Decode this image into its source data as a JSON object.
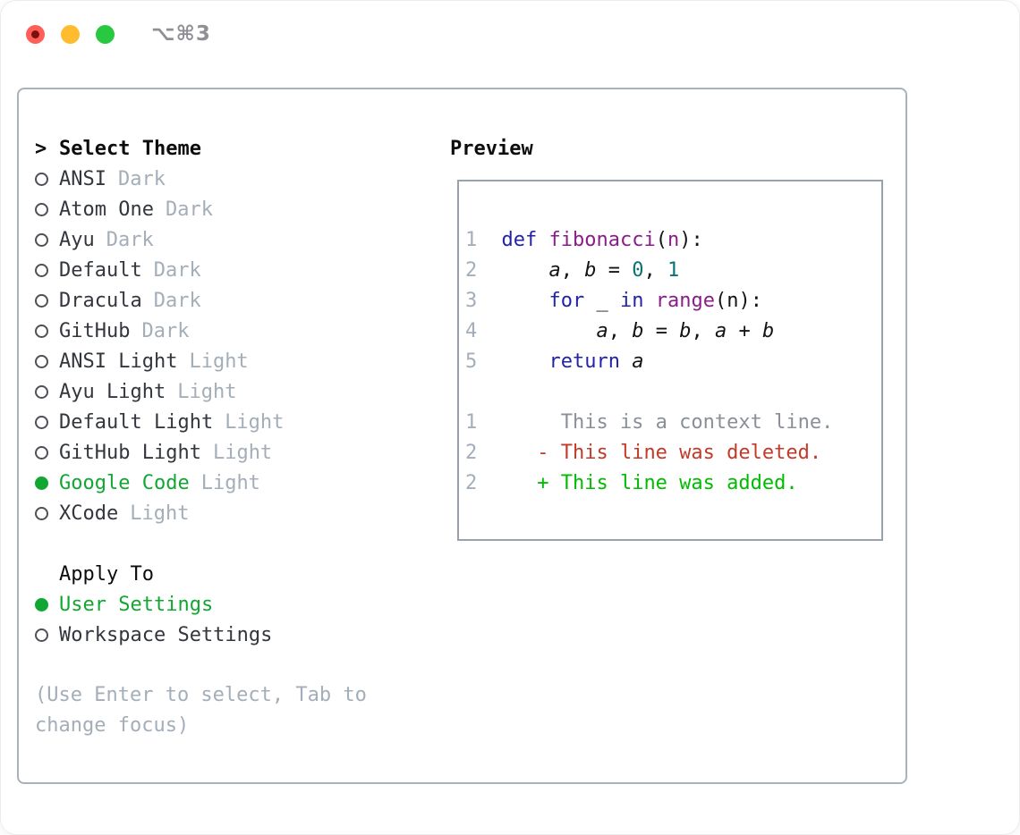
{
  "window": {
    "title": "⌥⌘3"
  },
  "theme_panel": {
    "header": {
      "marker": ">",
      "label": "Select Theme"
    },
    "themes": [
      {
        "label": "ANSI",
        "variant": "Dark",
        "selected": false
      },
      {
        "label": "Atom One",
        "variant": "Dark",
        "selected": false
      },
      {
        "label": "Ayu",
        "variant": "Dark",
        "selected": false
      },
      {
        "label": "Default",
        "variant": "Dark",
        "selected": false
      },
      {
        "label": "Dracula",
        "variant": "Dark",
        "selected": false
      },
      {
        "label": "GitHub",
        "variant": "Dark",
        "selected": false
      },
      {
        "label": "ANSI Light",
        "variant": "Light",
        "selected": false
      },
      {
        "label": "Ayu Light",
        "variant": "Light",
        "selected": false
      },
      {
        "label": "Default Light",
        "variant": "Light",
        "selected": false
      },
      {
        "label": "GitHub Light",
        "variant": "Light",
        "selected": false
      },
      {
        "label": "Google Code",
        "variant": "Light",
        "selected": true
      },
      {
        "label": "XCode",
        "variant": "Light",
        "selected": false
      }
    ],
    "apply_to": {
      "label": "Apply To",
      "options": [
        {
          "label": "User Settings",
          "selected": true
        },
        {
          "label": "Workspace Settings",
          "selected": false
        }
      ]
    },
    "help_text": "(Use Enter to select, Tab to change focus)"
  },
  "preview": {
    "label": "Preview",
    "lines": [
      {
        "num": "1",
        "segments": [
          {
            "t": "  "
          },
          {
            "t": "def",
            "c": "kw"
          },
          {
            "t": " "
          },
          {
            "t": "fibonacci",
            "c": "fn"
          },
          {
            "t": "("
          },
          {
            "t": "n",
            "c": "fn"
          },
          {
            "t": "):"
          }
        ]
      },
      {
        "num": "2",
        "segments": [
          {
            "t": "      "
          },
          {
            "t": "a",
            "c": "var"
          },
          {
            "t": ", "
          },
          {
            "t": "b",
            "c": "var"
          },
          {
            "t": " = "
          },
          {
            "t": "0",
            "c": "num"
          },
          {
            "t": ", "
          },
          {
            "t": "1",
            "c": "num"
          }
        ]
      },
      {
        "num": "3",
        "segments": [
          {
            "t": "      "
          },
          {
            "t": "for",
            "c": "kw"
          },
          {
            "t": " _ "
          },
          {
            "t": "in",
            "c": "kw"
          },
          {
            "t": " "
          },
          {
            "t": "range",
            "c": "fn"
          },
          {
            "t": "(n):"
          }
        ]
      },
      {
        "num": "4",
        "segments": [
          {
            "t": "          "
          },
          {
            "t": "a",
            "c": "var"
          },
          {
            "t": ", "
          },
          {
            "t": "b",
            "c": "var"
          },
          {
            "t": " = "
          },
          {
            "t": "b",
            "c": "var"
          },
          {
            "t": ", "
          },
          {
            "t": "a",
            "c": "var"
          },
          {
            "t": " + "
          },
          {
            "t": "b",
            "c": "var"
          }
        ]
      },
      {
        "num": "5",
        "segments": [
          {
            "t": "      "
          },
          {
            "t": "return",
            "c": "kw"
          },
          {
            "t": " "
          },
          {
            "t": "a",
            "c": "var"
          }
        ]
      },
      {
        "num": "",
        "segments": []
      },
      {
        "num": "1",
        "segments": [
          {
            "t": "       This is a context line.",
            "c": "ctx"
          }
        ]
      },
      {
        "num": "2",
        "segments": [
          {
            "t": "     "
          },
          {
            "t": "- This line was deleted.",
            "c": "del"
          }
        ]
      },
      {
        "num": "2",
        "segments": [
          {
            "t": "     "
          },
          {
            "t": "+ This line was added.",
            "c": "add"
          }
        ]
      }
    ]
  },
  "colors": {
    "traffic-red": "#ff5f57",
    "traffic-red-dot": "#7d100c",
    "traffic-yellow": "#febc2e",
    "traffic-green": "#28c840",
    "title-gray": "#8f9095",
    "panel-border": "#a9b1bb",
    "preview-border": "#98a2ae",
    "heading": "#0d0d0d",
    "item-text": "#33373d",
    "variant-text": "#a4aeb9",
    "selected-green": "#12a633",
    "circle-stroke": "#4d5157",
    "help-text": "#a4aeb9",
    "line-number": "#a4aeb9",
    "keyword": "#2323a9",
    "function": "#8b1c8b",
    "number": "#0a7272",
    "plain": "#141414",
    "diff-context": "#8a8f98",
    "diff-deleted": "#c23a28",
    "diff-added": "#00bc00"
  }
}
